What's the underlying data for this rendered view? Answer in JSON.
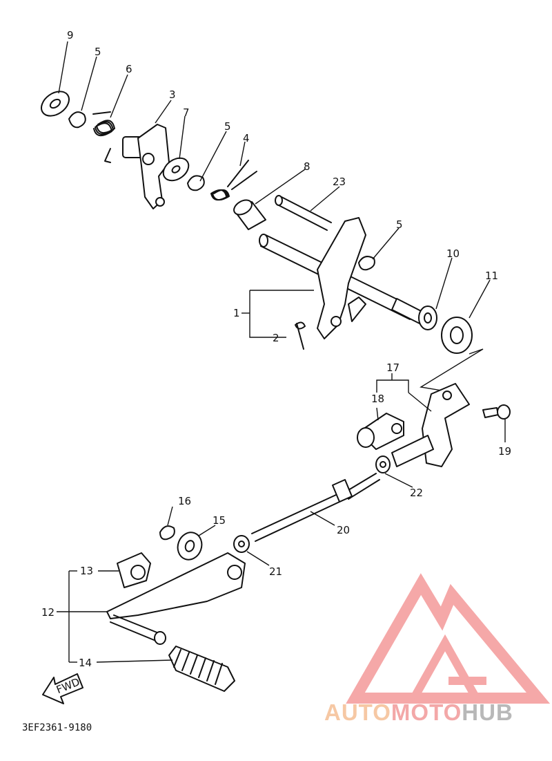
{
  "diagram": {
    "part_code": "3EF2361-9180",
    "fwd_label": "FWD",
    "callouts": {
      "c1": "1",
      "c2": "2",
      "c3": "3",
      "c4": "4",
      "c5a": "5",
      "c5b": "5",
      "c5c": "5",
      "c6": "6",
      "c7": "7",
      "c8": "8",
      "c9": "9",
      "c10": "10",
      "c11": "11",
      "c12": "12",
      "c13": "13",
      "c14": "14",
      "c15": "15",
      "c16": "16",
      "c17": "17",
      "c18": "18",
      "c19": "19",
      "c20": "20",
      "c21": "21",
      "c22": "22",
      "c23": "23"
    }
  },
  "watermark": {
    "part1": "AUTO",
    "part2": "MOTO",
    "part3": "HUB",
    "color_auto": "#f6c8a4",
    "color_moto": "#f3a8a8",
    "color_hub": "#b8b8b8",
    "logo_color": "#f28b8b"
  }
}
